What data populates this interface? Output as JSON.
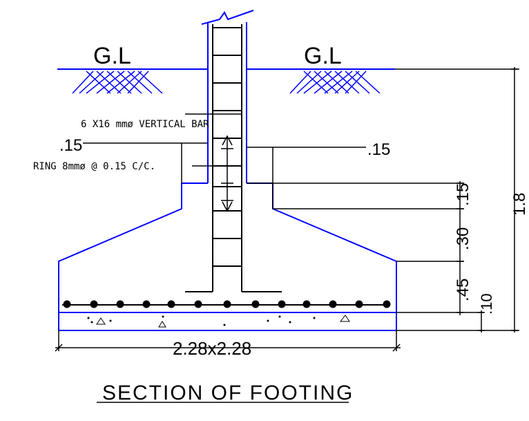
{
  "ground_label_left": "G.L",
  "ground_label_right": "G.L",
  "vertical_bar_note": "6 X16 mmø VERTICAL BAR",
  "ring_note": "RING 8mmø @ 0.15 C/C.",
  "dim_left_offset": ".15",
  "dim_right_offset": ".15",
  "dim_neck": ".15",
  "dim_slope": ".30",
  "dim_base": ".45",
  "dim_blinding": ".10",
  "dim_total_depth": "1.8",
  "footing_size": "2.28x2.28",
  "title": "SECTION OF FOOTING",
  "colors": {
    "structure": "#0000ff",
    "dimension": "#000000"
  }
}
